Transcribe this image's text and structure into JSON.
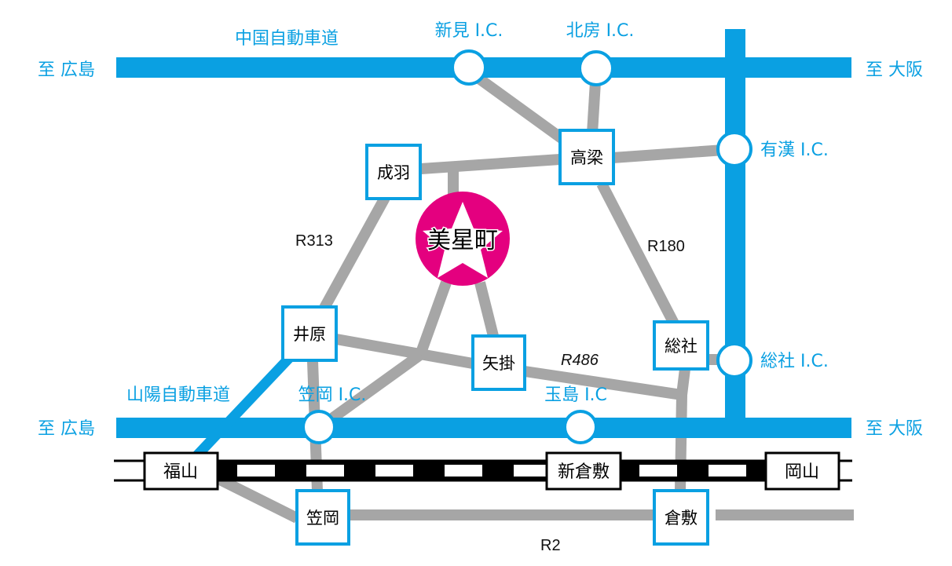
{
  "colors": {
    "expressway": "#0aa0e2",
    "road": "#a6a6a6",
    "railway": "#000000",
    "highlight": "#e4007f",
    "box_border": "#0aa0e2"
  },
  "expressways": {
    "chugoku": {
      "name": "中国自動車道",
      "west": "至 広島",
      "east": "至 大阪"
    },
    "sanyo": {
      "name": "山陽自動車道",
      "west": "至 広島",
      "east": "至 大阪"
    }
  },
  "interchanges": {
    "niimi": "新見 I.C.",
    "hokubo": "北房 I.C.",
    "ukan": "有漢 I.C.",
    "soja": "総社 I.C.",
    "kasaoka": "笠岡 I.C.",
    "tamashima": "玉島 I.C"
  },
  "towns": {
    "nariwa": "成羽",
    "takahashi": "高梁",
    "ibara": "井原",
    "yakage": "矢掛",
    "soja": "総社",
    "kasaoka": "笠岡",
    "kurashiki": "倉敷"
  },
  "stations": {
    "fukuyama": "福山",
    "shinkurashiki": "新倉敷",
    "okayama": "岡山"
  },
  "routes": {
    "r313": "R313",
    "r180": "R180",
    "r486": "R486",
    "r2": "R2"
  },
  "destination": {
    "name": "美星町",
    "icon": "star-icon"
  }
}
